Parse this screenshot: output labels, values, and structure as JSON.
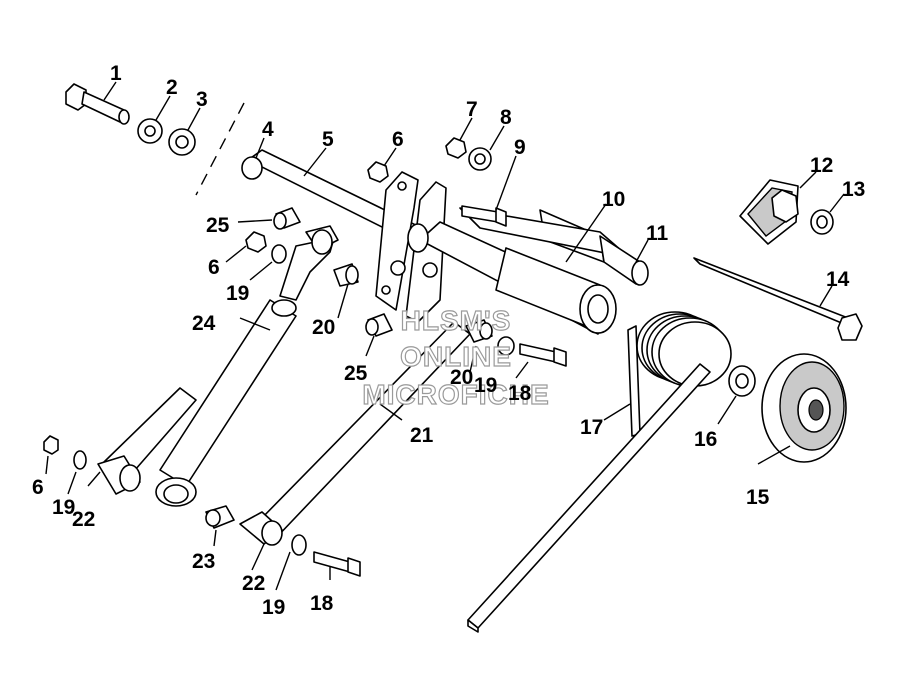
{
  "diagram": {
    "callouts": {
      "c1": "1",
      "c2": "2",
      "c3": "3",
      "c4": "4",
      "c5": "5",
      "c6a": "6",
      "c6b": "6",
      "c6c": "6",
      "c7": "7",
      "c8": "8",
      "c9": "9",
      "c10": "10",
      "c11": "11",
      "c12": "12",
      "c13": "13",
      "c14": "14",
      "c15": "15",
      "c16": "16",
      "c17": "17",
      "c18a": "18",
      "c18b": "18",
      "c19a": "19",
      "c19b": "19",
      "c19c": "19",
      "c19d": "19",
      "c20a": "20",
      "c20b": "20",
      "c21": "21",
      "c22a": "22",
      "c22b": "22",
      "c23": "23",
      "c24": "24",
      "c25a": "25",
      "c25b": "25"
    },
    "watermark": {
      "line1": "HLSM'S",
      "line2": "ONLINE",
      "line3": "MICROFICHE"
    }
  }
}
